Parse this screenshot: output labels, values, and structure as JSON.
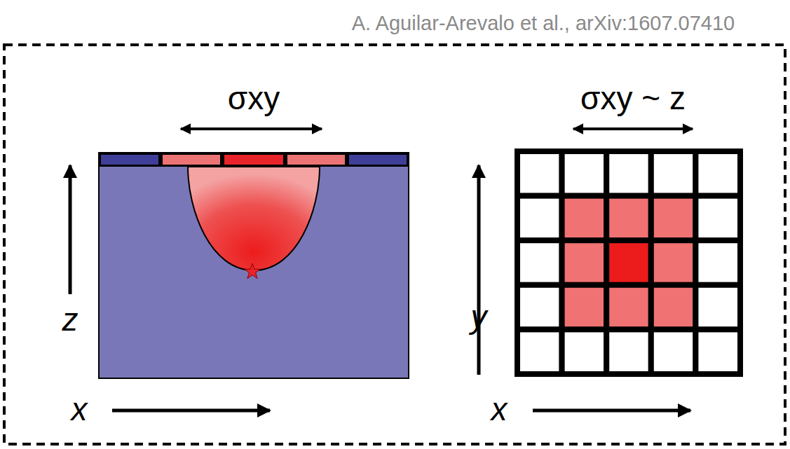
{
  "diagram": {
    "labels": [
      "A. Aguilar-Arevalo et al., arXiv:1607.07410",
      "σxy",
      "z",
      "x",
      "σxy ~ z",
      "y",
      "x"
    ]
  }
}
